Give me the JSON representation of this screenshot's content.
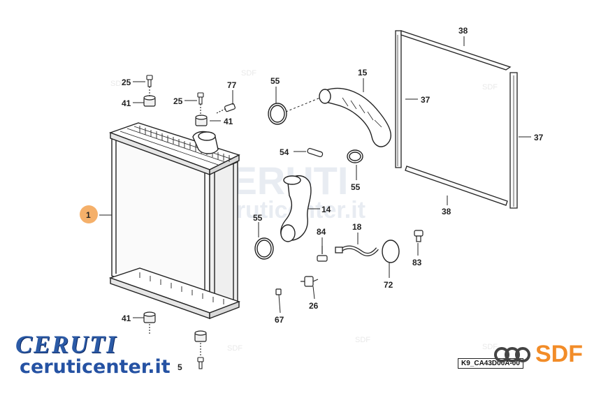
{
  "watermark": {
    "title": "CERUTI",
    "url": "ceruticenter.it",
    "small": "SDF"
  },
  "brand": {
    "title": "CERUTI",
    "url": "ceruticenter.it",
    "logo_text": "SDF",
    "logo_icon": "sdf-knot-icon",
    "logo_color": "#f28c28",
    "brand_color": "#2b5aa6"
  },
  "drawing_code": "K9_CA43D00A-00",
  "labels": {
    "p1": "1",
    "p14": "14",
    "p15": "15",
    "p18": "18",
    "p25a": "25",
    "p25b": "25",
    "p25c": "5",
    "p26": "26",
    "p37a": "37",
    "p37b": "37",
    "p38a": "38",
    "p38b": "38",
    "p41a": "41",
    "p41b": "41",
    "p41c": "41",
    "p54": "54",
    "p55a": "55",
    "p55b": "55",
    "p55c": "55",
    "p67": "67",
    "p72": "72",
    "p77": "77",
    "p83": "83",
    "p84": "84"
  }
}
